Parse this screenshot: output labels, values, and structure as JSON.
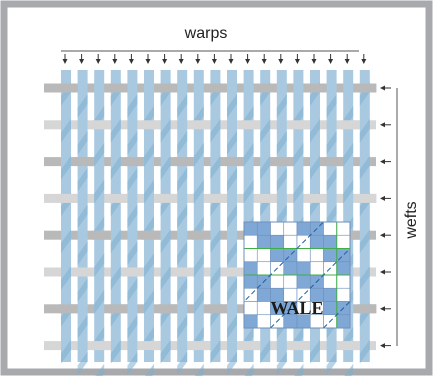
{
  "labels": {
    "warps": "warps",
    "wefts": "wefts",
    "wale": "WALE"
  },
  "colors": {
    "frame": "#a7a9ac",
    "warp": "#a9c9e1",
    "warp_dark": "#7eaed0",
    "weft": "#b9b9b9",
    "weft_light": "#d6d6d6",
    "arrow": "#333333",
    "grid_blue": "#7fa8d6",
    "grid_light": "#dce8f5",
    "grid_line": "#1f5fa0",
    "grid_accent": "#3fae49"
  },
  "weave": {
    "warp_count": 19,
    "weft_count": 8,
    "weft_arrow_count": 8
  }
}
